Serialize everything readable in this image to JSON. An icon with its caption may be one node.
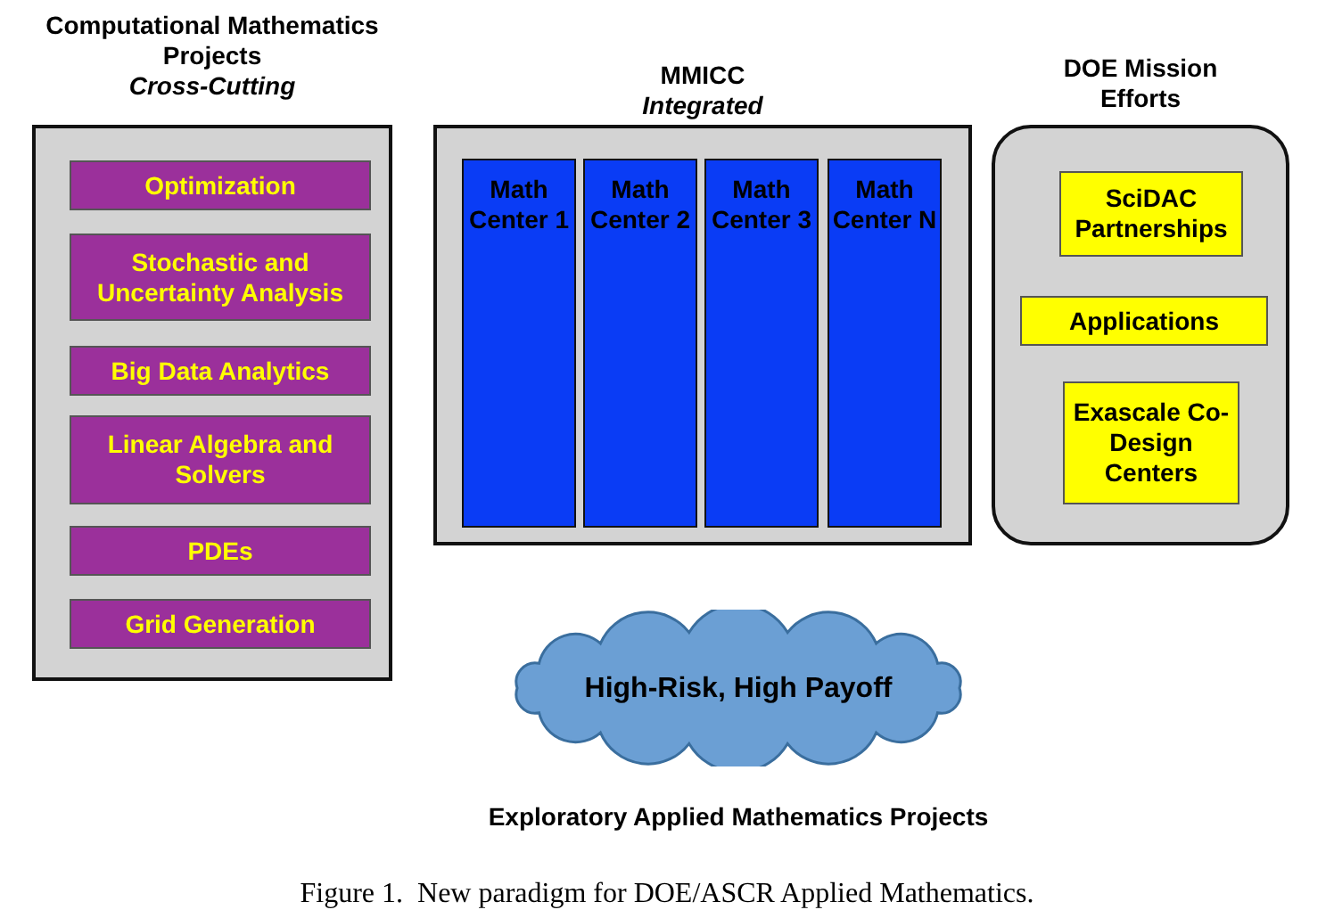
{
  "diagram": {
    "caption": "Figure 1.  New paradigm for DOE/ASCR Applied Mathematics.",
    "nodes": [
      {
        "text": [
          "Computational Mathematics Projects",
          "Cross-Cutting"
        ]
      },
      {
        "text": [
          "Optimization"
        ],
        "in": 0
      },
      {
        "text": [
          "Stochastic and Uncertainty Analysis"
        ],
        "in": 0
      },
      {
        "text": [
          "Big Data Analytics"
        ],
        "in": 0
      },
      {
        "text": [
          "Linear Algebra and Solvers"
        ],
        "in": 0
      },
      {
        "text": [
          "PDEs"
        ],
        "in": 0
      },
      {
        "text": [
          "Grid Generation"
        ],
        "in": 0
      },
      {
        "text": [
          "MMICC",
          "Integrated"
        ]
      },
      {
        "text": [
          "Math Center 1"
        ],
        "in": 7
      },
      {
        "text": [
          "Math Center 2"
        ],
        "in": 7
      },
      {
        "text": [
          "Math Center 3"
        ],
        "in": 7
      },
      {
        "text": [
          "Math Center N"
        ],
        "in": 7
      },
      {
        "text": [
          "DOE Mission Efforts"
        ]
      },
      {
        "text": [
          "SciDAC Partnerships"
        ],
        "in": 12
      },
      {
        "text": [
          "Applications"
        ],
        "in": 12
      },
      {
        "text": [
          "Exascale Co-Design Centers"
        ],
        "in": 12
      },
      {
        "text": [
          "High-Risk, High Payoff"
        ],
        "beside": [
          "Exploratory Applied Mathematics Projects"
        ]
      }
    ]
  }
}
